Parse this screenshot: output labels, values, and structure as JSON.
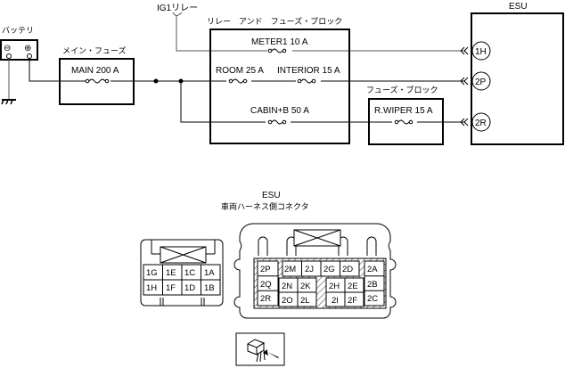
{
  "battery": {
    "label": "バッテリ",
    "neg": "⊖",
    "pos": "⊕"
  },
  "main_fuse": {
    "block_label": "メイン・フューズ",
    "fuse": "MAIN 200 A"
  },
  "ig1_relay": {
    "label": "IG1リレー"
  },
  "relay_fuse_block": {
    "label": "リレー　アンド　フューズ・ブロック",
    "fuses": {
      "meter": "METER1 10 A",
      "room": "ROOM 25 A",
      "interior": "INTERIOR 15 A",
      "cabin": "CABIN+B 50 A"
    }
  },
  "fuse_block": {
    "label": "フューズ・ブロック",
    "fuse": "R.WIPER 15 A"
  },
  "esu": {
    "label": "ESU",
    "terminals": [
      "1H",
      "2P",
      "2R"
    ]
  },
  "connector": {
    "title": "ESU",
    "subtitle": "車両ハーネス側コネクタ",
    "connector1": {
      "pins_top": [
        "1G",
        "1E",
        "1C",
        "1A"
      ],
      "pins_bottom": [
        "1H",
        "1F",
        "1D",
        "1B"
      ]
    },
    "connector2": {
      "left": [
        "2P",
        "2Q",
        "2R"
      ],
      "top_mid": [
        "2M",
        "2J",
        "2G",
        "2D"
      ],
      "mid_left_top": [
        "2N",
        "2K"
      ],
      "mid_left_bottom": [
        "2O",
        "2L"
      ],
      "mid_right_top": [
        "2H",
        "2E"
      ],
      "mid_right_bottom": [
        "2I",
        "2F"
      ],
      "right": [
        "2A",
        "2B",
        "2C"
      ]
    }
  }
}
